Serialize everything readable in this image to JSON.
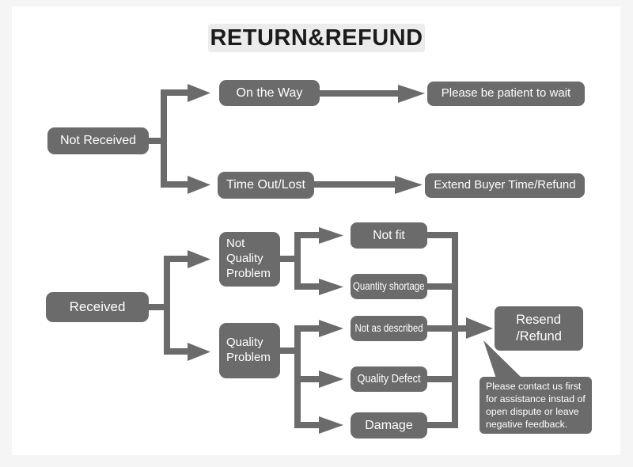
{
  "title": "RETURN&REFUND",
  "colors": {
    "node_fill": "#6b6b6b",
    "node_text": "#ffffff",
    "title_bg": "#ececec",
    "title_text": "#1b1b1b",
    "frame_bg": "#f5f5f5",
    "canvas_bg": "#ffffff"
  },
  "nodes": {
    "not_received": "Not Received",
    "on_the_way": "On the Way",
    "please_wait": "Please be patient to wait",
    "time_out_lost": "Time Out/Lost",
    "extend_buyer": "Extend Buyer Time/Refund",
    "received": "Received",
    "not_quality_problem": "Not Quality Problem",
    "quality_problem": "Quality Problem",
    "not_fit": "Not fit",
    "quantity_shortage": "Quantity shortage",
    "not_as_described": "Not as described",
    "quality_defect": "Quality Defect",
    "damage": "Damage",
    "resend_refund": {
      "line1": "Resend",
      "line2": "/Refund"
    },
    "note": "Please contact us first for assistance instad of open dispute or leave negative feedback."
  },
  "edges": [
    {
      "from": "Not Received",
      "to": "On the Way"
    },
    {
      "from": "Not Received",
      "to": "Time Out/Lost"
    },
    {
      "from": "On the Way",
      "to": "Please be patient to wait"
    },
    {
      "from": "Time Out/Lost",
      "to": "Extend Buyer Time/Refund"
    },
    {
      "from": "Received",
      "to": "Not Quality Problem"
    },
    {
      "from": "Received",
      "to": "Quality Problem"
    },
    {
      "from": "Not Quality Problem",
      "to": "Not fit"
    },
    {
      "from": "Not Quality Problem",
      "to": "Quantity shortage"
    },
    {
      "from": "Quality Problem",
      "to": "Not as described"
    },
    {
      "from": "Quality Problem",
      "to": "Quality Defect"
    },
    {
      "from": "Quality Problem",
      "to": "Damage"
    },
    {
      "from": "Not fit",
      "to": "Resend /Refund"
    },
    {
      "from": "Quantity shortage",
      "to": "Resend /Refund"
    },
    {
      "from": "Not as described",
      "to": "Resend /Refund"
    },
    {
      "from": "Quality Defect",
      "to": "Resend /Refund"
    },
    {
      "from": "Damage",
      "to": "Resend /Refund"
    }
  ]
}
